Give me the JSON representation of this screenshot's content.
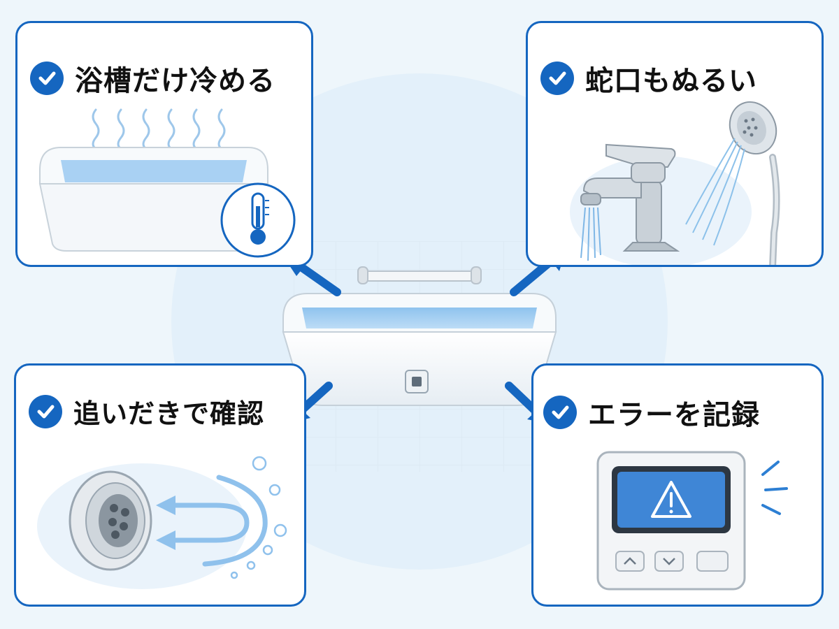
{
  "cards": {
    "bathtub": {
      "title": "浴槽だけ冷める",
      "icon": "thermometer-icon"
    },
    "faucet": {
      "title": "蛇口もぬるい",
      "icon": "faucet-icon"
    },
    "reheat": {
      "title": "追いだきで確認",
      "icon": "circulation-outlet-icon"
    },
    "error": {
      "title": "エラーを記録",
      "icon": "warning-icon"
    }
  },
  "colors": {
    "accent": "#1566c0",
    "water": "#a9d1f3",
    "background": "#eef6fb"
  }
}
